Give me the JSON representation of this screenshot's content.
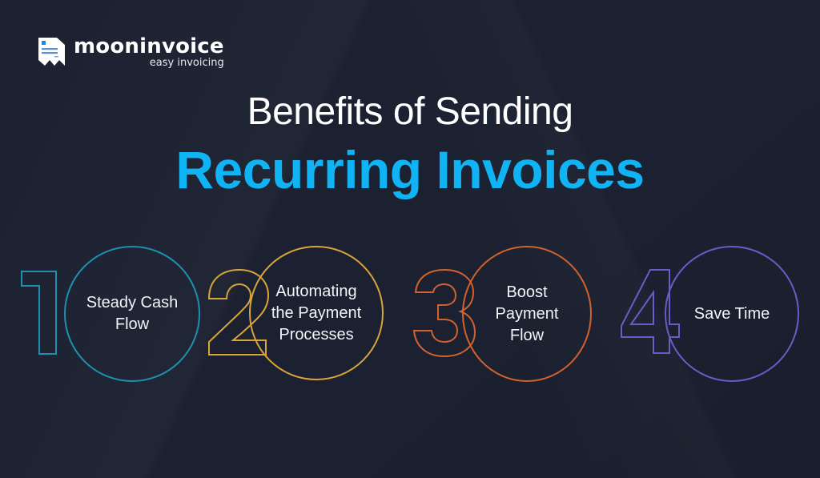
{
  "brand": {
    "name": "mooninvoice",
    "tagline": "easy invoicing",
    "icon": "invoice-receipt-icon"
  },
  "heading": {
    "line1": "Benefits of Sending",
    "line2": "Recurring Invoices"
  },
  "colors": {
    "background": "#1b2130",
    "accent": "#10b4f5",
    "item1": "#1f8fb0",
    "item2": "#d9a53a",
    "item3": "#d2622c",
    "item4": "#6a5cc8"
  },
  "benefits": [
    {
      "number": "1",
      "text": "Steady Cash Flow",
      "color": "#1f8fb0"
    },
    {
      "number": "2",
      "text": "Automating the Payment Processes",
      "color": "#d9a53a"
    },
    {
      "number": "3",
      "text": "Boost Payment Flow",
      "color": "#d2622c"
    },
    {
      "number": "4",
      "text": "Save Time",
      "color": "#6a5cc8"
    }
  ]
}
